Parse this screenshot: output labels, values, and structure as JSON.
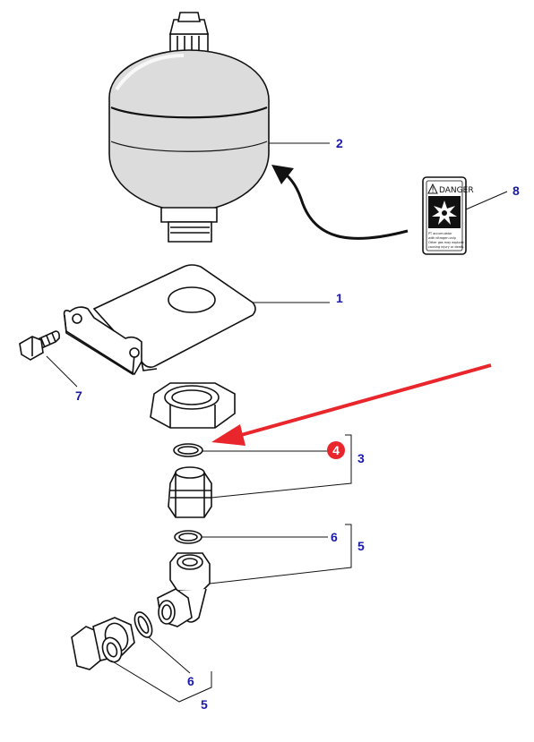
{
  "colors": {
    "callout": "#1a1aa8",
    "highlight_arrow": "#e8262b",
    "badge": "#e8262b",
    "badge_text": "#ffffff",
    "line_art": "#111111",
    "accumulator_fill": "#dcdcdc"
  },
  "callouts": {
    "c1": "1",
    "c2": "2",
    "c3": "3",
    "c4": "4",
    "c5a": "5",
    "c5b": "5",
    "c6a": "6",
    "c6b": "6",
    "c7": "7",
    "c8": "8"
  },
  "warning_label": {
    "title": "DANGER",
    "line1": "PT accumulator",
    "line2": "with nitrogen only.",
    "line3": "Other gas may explode",
    "line4": "causing injury or death."
  },
  "icons": {
    "label_symbol": "explosion-icon",
    "title_symbol": "warning-triangle-icon"
  }
}
